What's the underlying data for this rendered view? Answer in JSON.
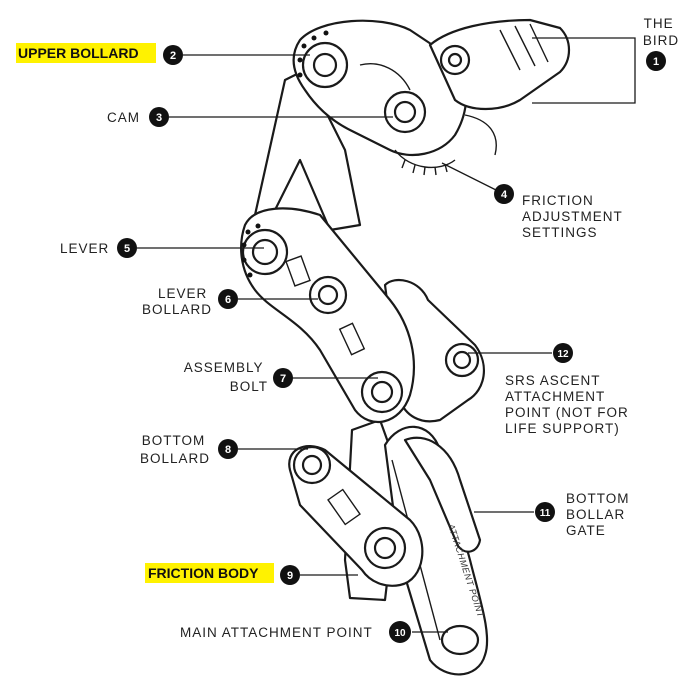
{
  "highlight_color": "#fff200",
  "callouts": [
    {
      "num": "1",
      "lines": [
        "THE",
        "BIRD"
      ],
      "highlight": false
    },
    {
      "num": "2",
      "lines": [
        "UPPER BOLLARD"
      ],
      "highlight": true
    },
    {
      "num": "3",
      "lines": [
        "CAM"
      ],
      "highlight": false
    },
    {
      "num": "4",
      "lines": [
        "FRICTION",
        "ADJUSTMENT",
        "SETTINGS"
      ],
      "highlight": false
    },
    {
      "num": "5",
      "lines": [
        "LEVER"
      ],
      "highlight": false
    },
    {
      "num": "6",
      "lines": [
        "LEVER",
        "BOLLARD"
      ],
      "highlight": false
    },
    {
      "num": "7",
      "lines": [
        "ASSEMBLY",
        "BOLT"
      ],
      "highlight": false
    },
    {
      "num": "8",
      "lines": [
        "BOTTOM",
        "BOLLARD"
      ],
      "highlight": false
    },
    {
      "num": "9",
      "lines": [
        "FRICTION BODY"
      ],
      "highlight": true
    },
    {
      "num": "10",
      "lines": [
        "MAIN ATTACHMENT POINT"
      ],
      "highlight": false
    },
    {
      "num": "11",
      "lines": [
        "BOTTOM",
        "BOLLAR",
        "GATE"
      ],
      "highlight": false
    },
    {
      "num": "12",
      "lines": [
        "SRS ASCENT",
        "ATTACHMENT",
        "POINT (NOT FOR",
        "LIFE SUPPORT)"
      ],
      "highlight": false
    }
  ],
  "device_engraving": "ATTACHMENT POINT"
}
